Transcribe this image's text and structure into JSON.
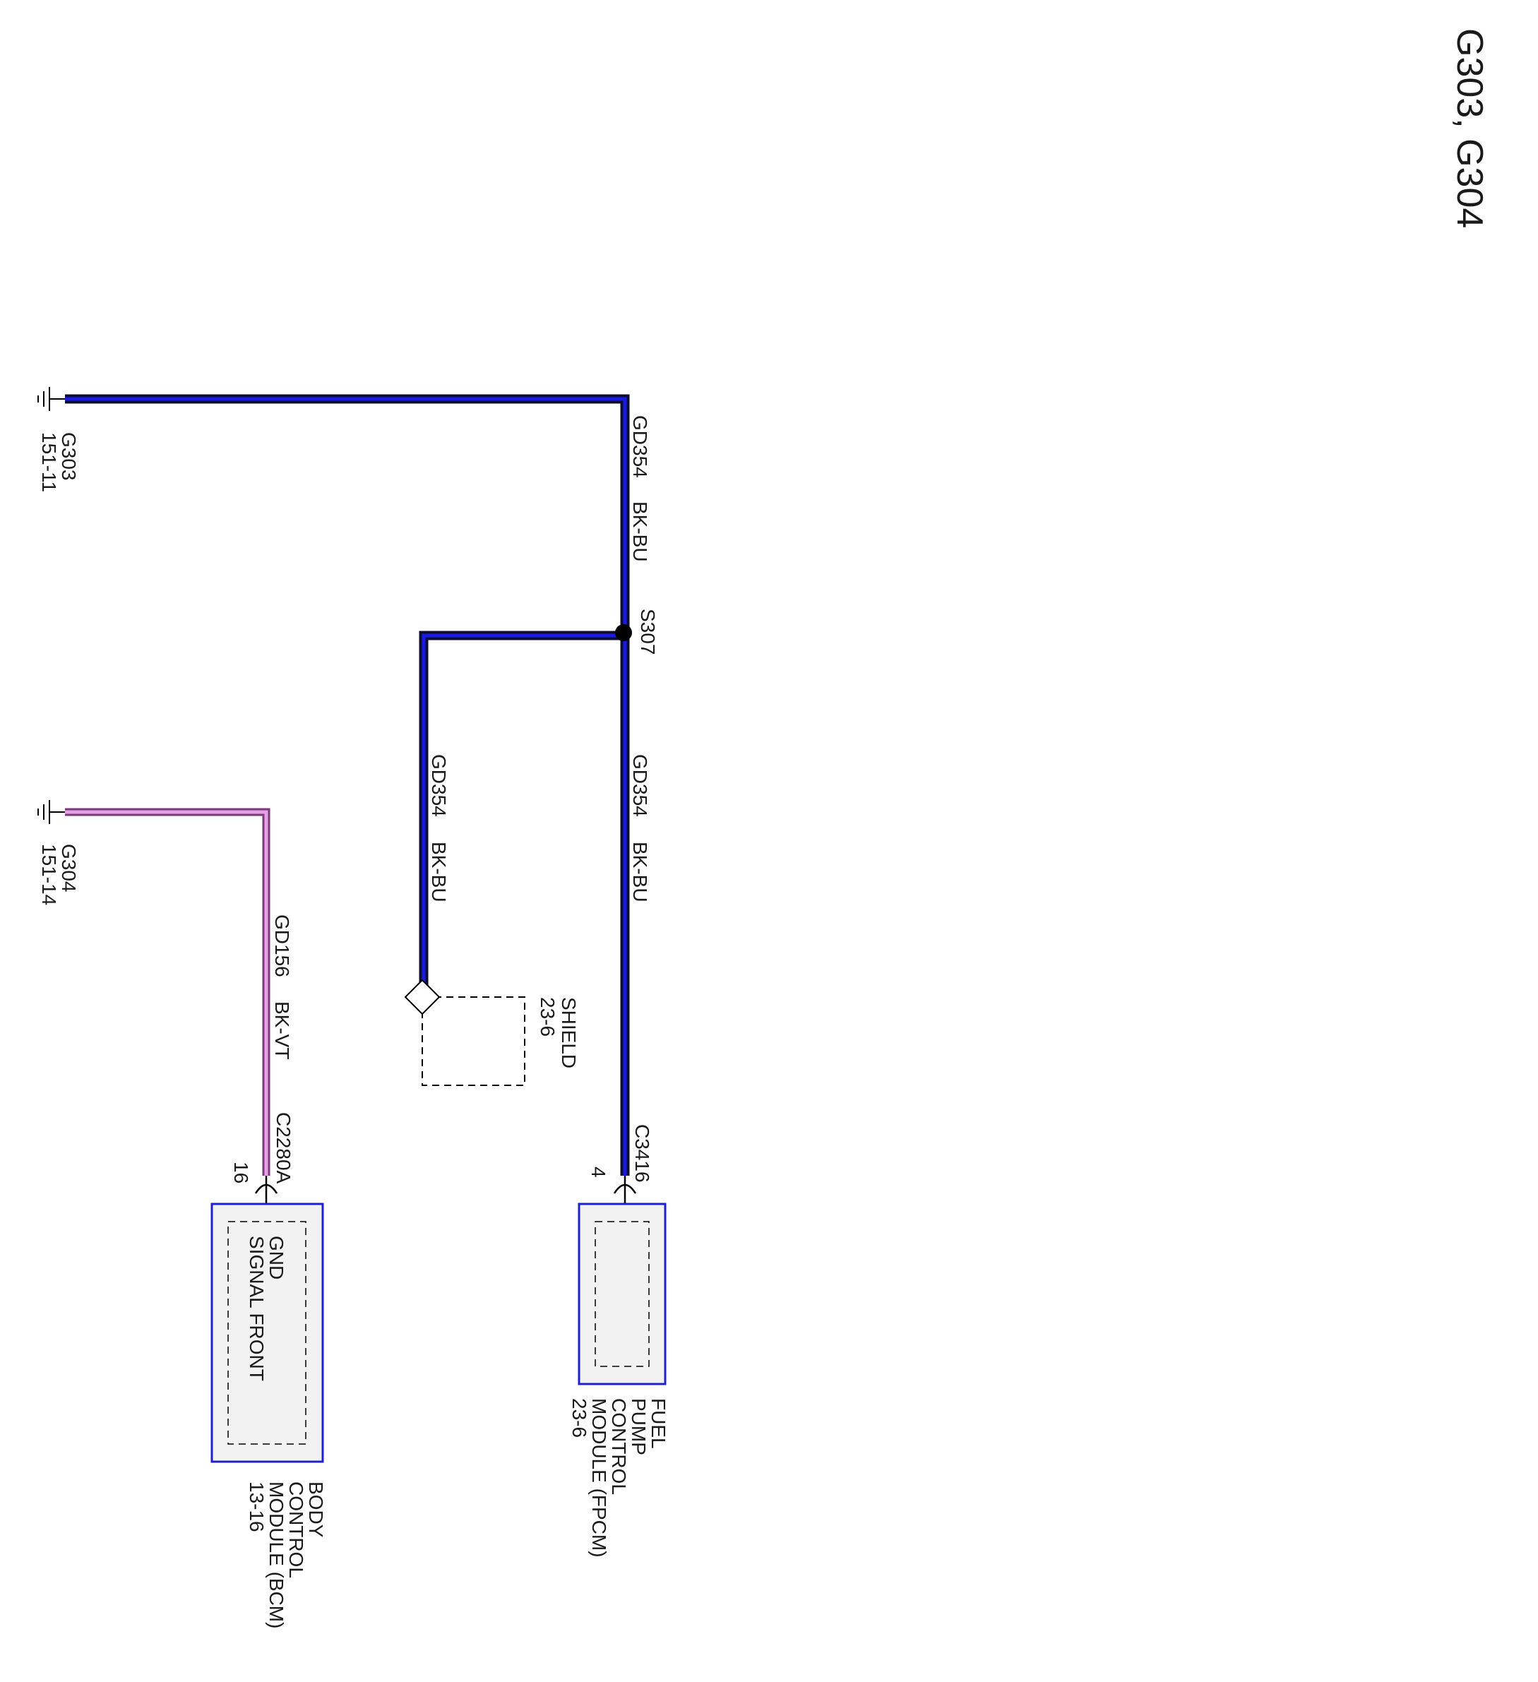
{
  "title": "G303, G304",
  "grounds": [
    {
      "id": "G303",
      "ref": "151-11"
    },
    {
      "id": "G304",
      "ref": "151-14"
    }
  ],
  "wires": [
    {
      "id": "GD354",
      "color": "BK-BU"
    },
    {
      "id": "GD354",
      "color": "BK-BU"
    },
    {
      "id": "GD354",
      "color": "BK-BU"
    },
    {
      "id": "GD156",
      "color": "BK-VT"
    }
  ],
  "splice": {
    "id": "S307"
  },
  "shield": {
    "label": "SHIELD",
    "ref": "23-6"
  },
  "connectors": [
    {
      "id": "C3416",
      "pin": "4"
    },
    {
      "id": "C2280A",
      "pin": "16"
    }
  ],
  "modules": {
    "fpcm": {
      "lines": [
        "FUEL",
        "PUMP",
        "CONTROL",
        "MODULE (FPCM)",
        "23-6"
      ]
    },
    "bcm": {
      "lines": [
        "BODY",
        "CONTROL",
        "MODULE (BCM)",
        "13-16"
      ],
      "pin_label_1": "GND",
      "pin_label_2": "SIGNAL FRONT"
    }
  },
  "colors": {
    "wire_bk_bu_outer": "#0d0d33",
    "wire_bk_bu_inner": "#1a1ae6",
    "wire_bk_vt_outer": "#7a3a7a",
    "wire_bk_vt_inner": "#e6a0e6",
    "module_border": "#2020d0",
    "module_fill": "#f2f2f2"
  }
}
